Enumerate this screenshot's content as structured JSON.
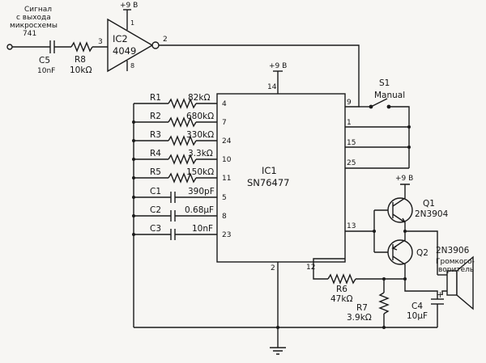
{
  "input_label": {
    "line1": "Сигнал",
    "line2": "с выхода",
    "line3": "микросхемы",
    "line4": "741"
  },
  "c5": {
    "ref": "C5",
    "value": "10nF"
  },
  "r8": {
    "ref": "R8",
    "value": "10kΩ"
  },
  "ic2": {
    "name": "IC2",
    "part": "4049",
    "supply": "+9 В",
    "pin_in": "3",
    "pin_out": "2",
    "pin_vcc": "1",
    "pin_gnd": "8"
  },
  "ic1": {
    "name": "IC1",
    "part": "SN76477",
    "supply": "+9 В"
  },
  "ic1_pins": {
    "p14": "14",
    "p9": "9",
    "p1": "1",
    "p15": "15",
    "p25": "25",
    "p13": "13",
    "p2": "2",
    "p12": "12",
    "p4": "4",
    "p7": "7",
    "p24": "24",
    "p10": "10",
    "p11": "11",
    "p5": "5",
    "p8": "8",
    "p23": "23"
  },
  "switch": {
    "ref": "S1",
    "label": "Manual"
  },
  "resistors": [
    {
      "ref": "R1",
      "value": "82kΩ"
    },
    {
      "ref": "R2",
      "value": "680kΩ"
    },
    {
      "ref": "R3",
      "value": "330kΩ"
    },
    {
      "ref": "R4",
      "value": "3.3kΩ"
    },
    {
      "ref": "R5",
      "value": "150kΩ"
    }
  ],
  "capacitors": [
    {
      "ref": "C1",
      "value": "390pF"
    },
    {
      "ref": "C2",
      "value": "0.68μF"
    },
    {
      "ref": "C3",
      "value": "10nF"
    }
  ],
  "q1": {
    "ref": "Q1",
    "part": "2N3904",
    "supply": "+9 В"
  },
  "q2": {
    "ref": "Q2",
    "part": "2N3906"
  },
  "r6": {
    "ref": "R6",
    "value": "47kΩ"
  },
  "r7": {
    "ref": "R7",
    "value": "3.9kΩ"
  },
  "c4": {
    "ref": "C4",
    "value": "10μF",
    "polarity": "+"
  },
  "speaker": {
    "line1": "Громкого-",
    "line2": "воритель"
  }
}
